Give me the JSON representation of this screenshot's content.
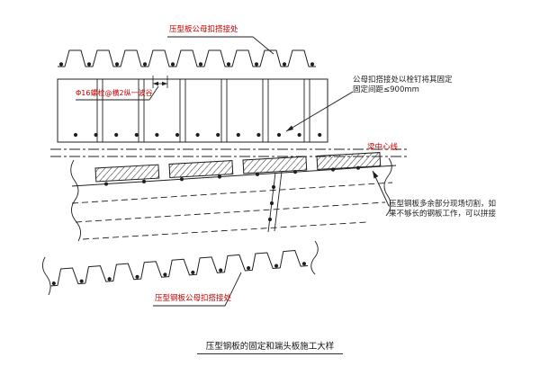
{
  "colors": {
    "line": "#1f1f1f",
    "red": "#c40000",
    "bg": "#ffffff"
  },
  "diagram": {
    "top_profile_label": "压型板公母扣搭接处",
    "bolt_note": "Φ16螺栓@横2纵一波谷",
    "fix_note_line1": "公母扣搭接处以栓钉将其固定",
    "fix_note_line2": "固定间距≤900mm",
    "beam_centerline_label": "梁中心线",
    "cut_note": "压型钢板多余部分现场切割，如果不够长的钢板工作，可以拼接",
    "bottom_profile_label": "压型钢板公母扣搭接处",
    "caption": "压型钢板的固定和端头板施工大样"
  }
}
